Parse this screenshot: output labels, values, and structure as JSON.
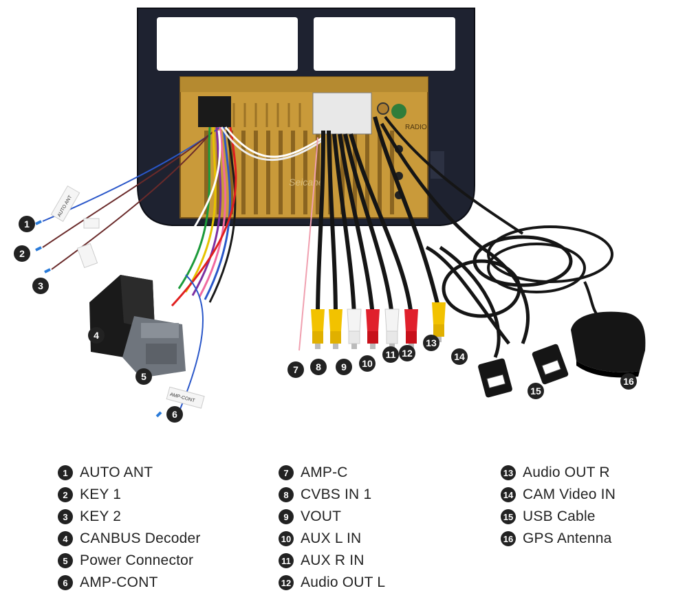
{
  "board_labels": {
    "radio": "RADIO",
    "watermark": "Seicane"
  },
  "tags": {
    "auto_ant": "AUTO ANT",
    "amp_cont": "AMP-CONT"
  },
  "markers": [
    "1",
    "2",
    "3",
    "4",
    "5",
    "6",
    "7",
    "8",
    "9",
    "10",
    "11",
    "12",
    "13",
    "14",
    "15",
    "16"
  ],
  "legend": [
    {
      "num": "1",
      "label": "AUTO ANT"
    },
    {
      "num": "2",
      "label": "KEY 1"
    },
    {
      "num": "3",
      "label": "KEY 2"
    },
    {
      "num": "4",
      "label": "CANBUS Decoder"
    },
    {
      "num": "5",
      "label": "Power Connector"
    },
    {
      "num": "6",
      "label": "AMP-CONT"
    },
    {
      "num": "7",
      "label": "AMP-C"
    },
    {
      "num": "8",
      "label": "CVBS IN 1"
    },
    {
      "num": "9",
      "label": "VOUT"
    },
    {
      "num": "10",
      "label": "AUX L IN"
    },
    {
      "num": "11",
      "label": "AUX R IN"
    },
    {
      "num": "12",
      "label": "Audio OUT L"
    },
    {
      "num": "13",
      "label": "Audio OUT R"
    },
    {
      "num": "14",
      "label": "CAM Video IN"
    },
    {
      "num": "15",
      "label": "USB Cable"
    },
    {
      "num": "16",
      "label": "GPS Antenna"
    }
  ],
  "colors": {
    "frame": "#1e2230",
    "board": "#c99a3a",
    "board_dark": "#8a6420",
    "rca_yellow": "#f2c200",
    "rca_red": "#e0202c",
    "rca_white": "#f4f4f4",
    "cable_black": "#151515",
    "marker": "#222222"
  }
}
